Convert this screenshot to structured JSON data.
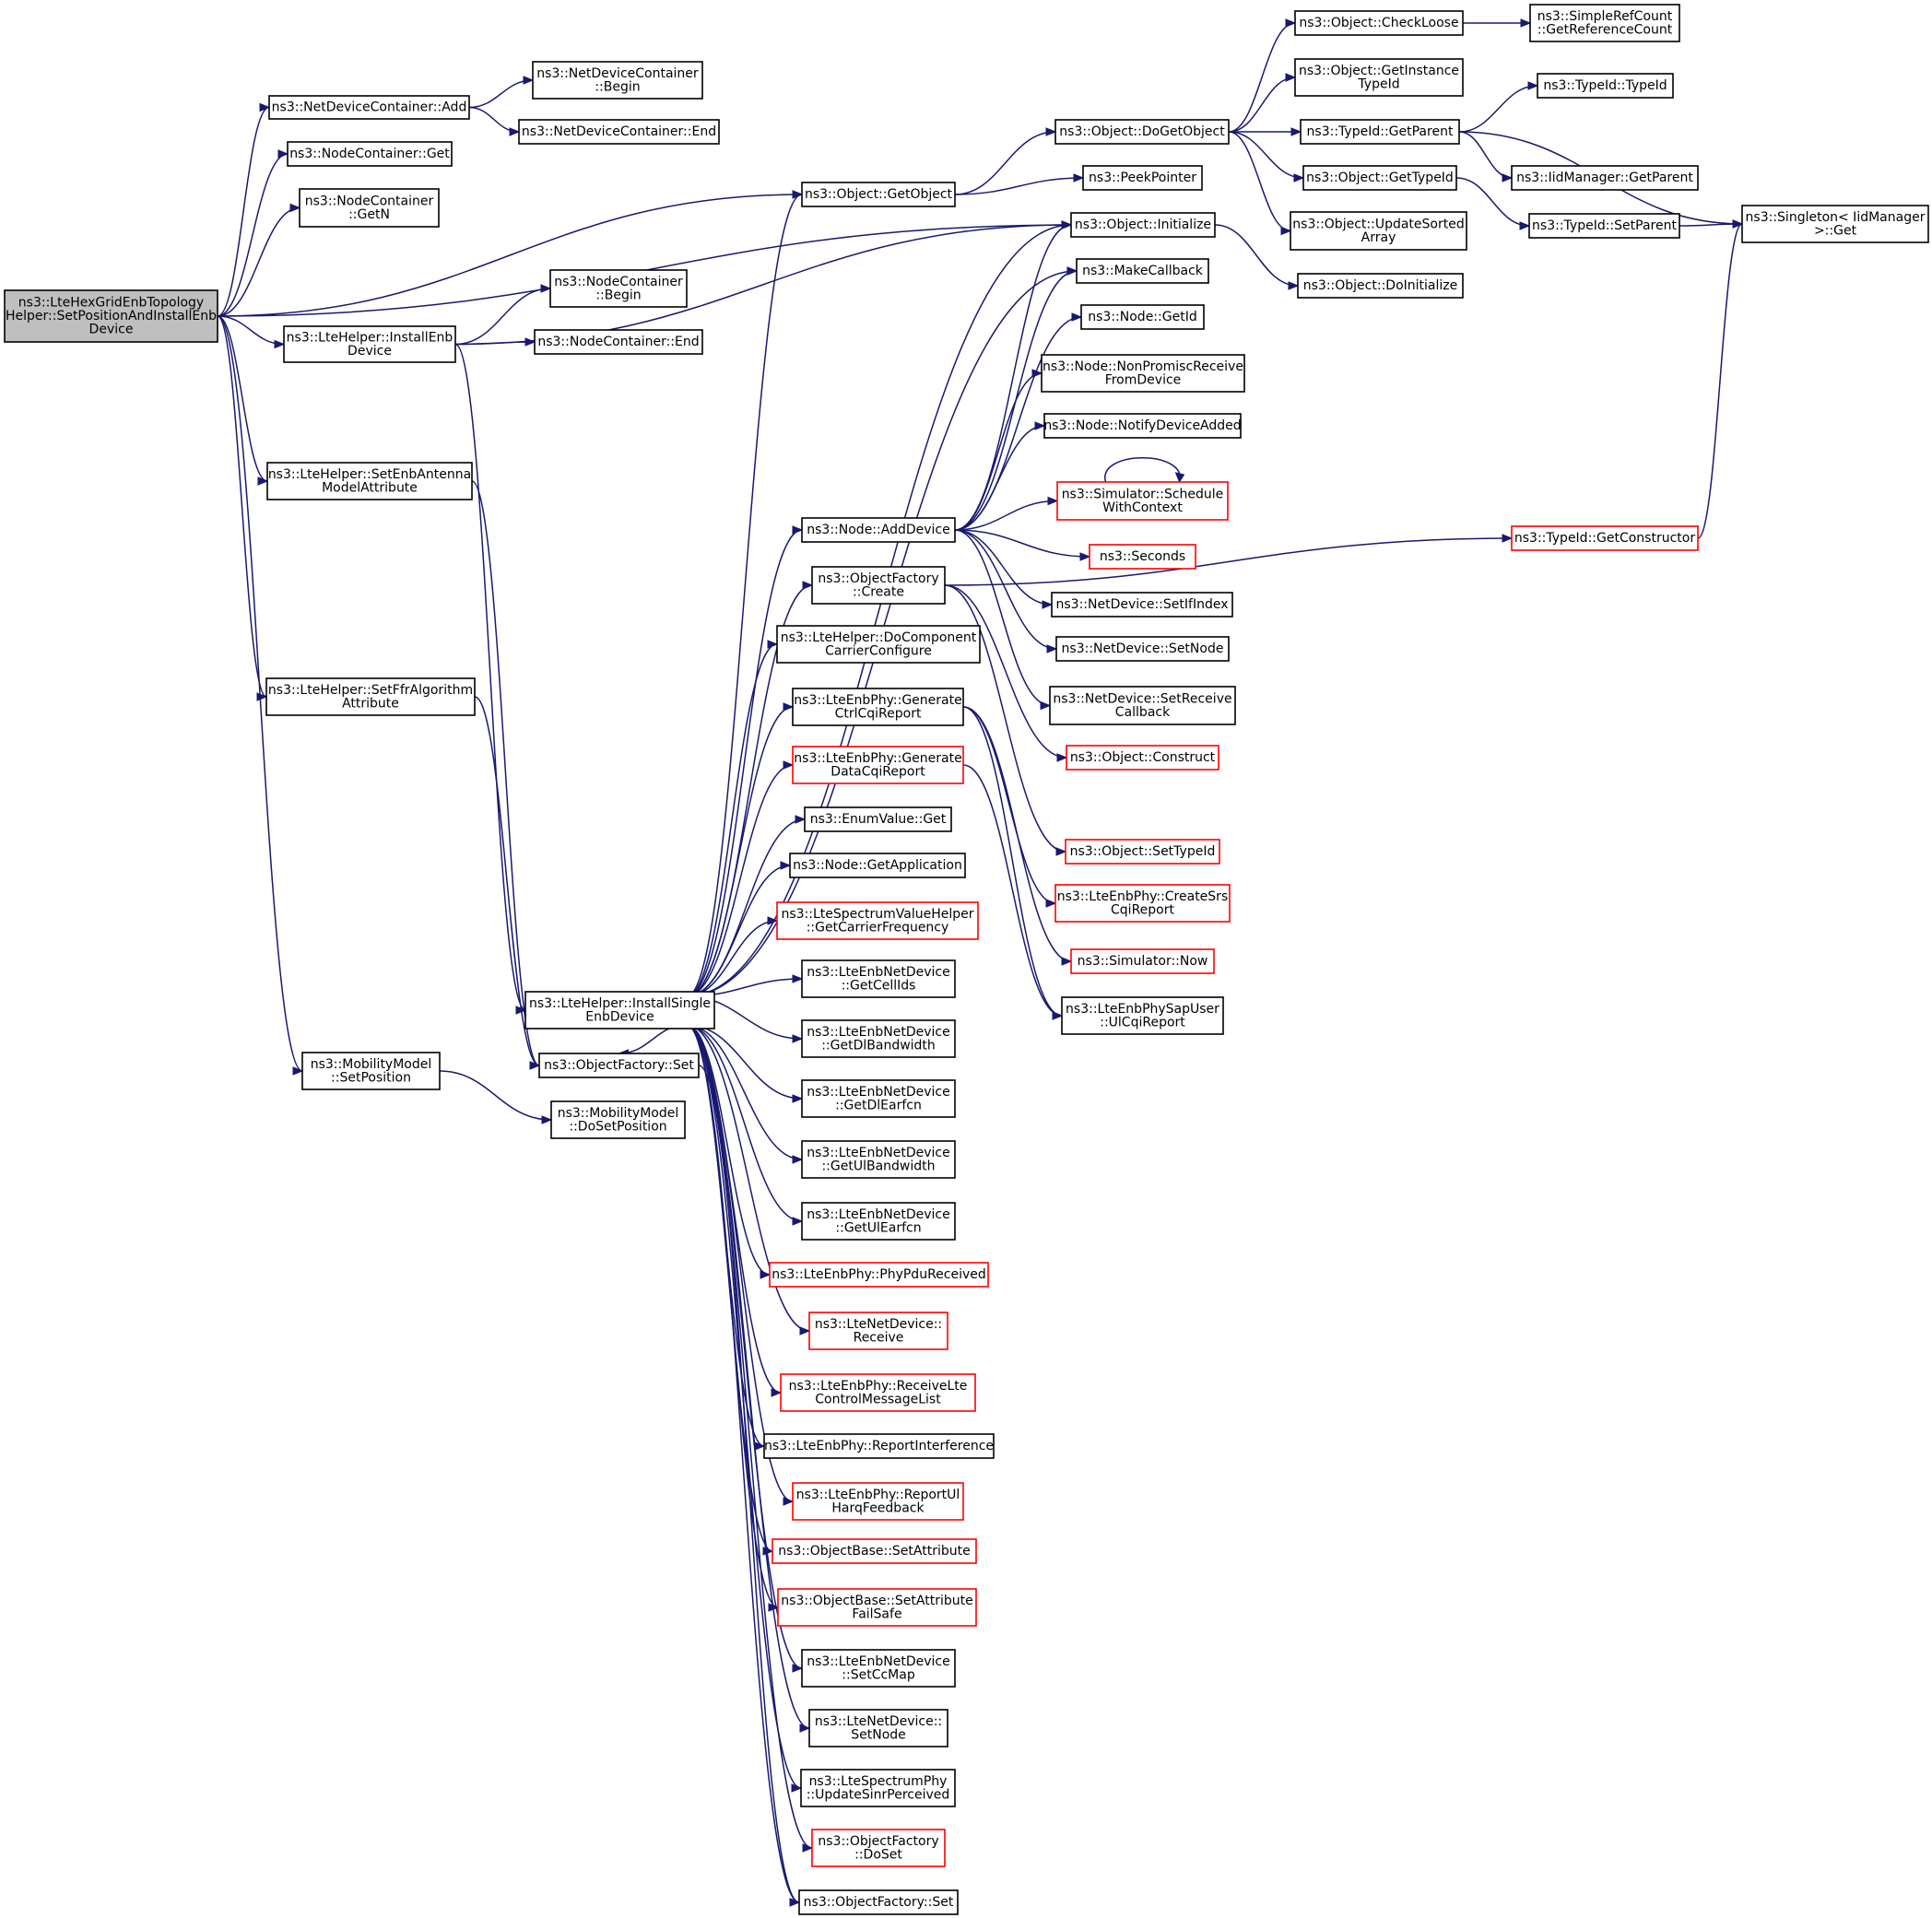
{
  "colors": {
    "edge": "#191970",
    "node_border": "#000000",
    "node_border_incomplete": "#ff0000",
    "root_fill": "#bfbfbf",
    "background": "#ffffff"
  },
  "nodes": {
    "root": {
      "lines": [
        "ns3::LteHexGridEnbTopology",
        "Helper::SetPositionAndInstallEnb",
        "Device"
      ]
    },
    "ndc_add": {
      "lines": [
        "ns3::NetDeviceContainer::Add"
      ]
    },
    "ndc_begin": {
      "lines": [
        "ns3::NetDeviceContainer",
        "::Begin"
      ]
    },
    "ndc_end": {
      "lines": [
        "ns3::NetDeviceContainer::End"
      ]
    },
    "nc_get": {
      "lines": [
        "ns3::NodeContainer::Get"
      ]
    },
    "nc_getn": {
      "lines": [
        "ns3::NodeContainer",
        "::GetN"
      ]
    },
    "install_enb": {
      "lines": [
        "ns3::LteHelper::InstallEnb",
        "Device"
      ]
    },
    "nc_begin": {
      "lines": [
        "ns3::NodeContainer",
        "::Begin"
      ]
    },
    "nc_end": {
      "lines": [
        "ns3::NodeContainer::End"
      ]
    },
    "set_antenna": {
      "lines": [
        "ns3::LteHelper::SetEnbAntenna",
        "ModelAttribute"
      ]
    },
    "set_ffr": {
      "lines": [
        "ns3::LteHelper::SetFfrAlgorithm",
        "Attribute"
      ]
    },
    "mm_setpos": {
      "lines": [
        "ns3::MobilityModel",
        "::SetPosition"
      ]
    },
    "mm_dosetpos": {
      "lines": [
        "ns3::MobilityModel",
        "::DoSetPosition"
      ]
    },
    "of_set_a": {
      "lines": [
        "ns3::ObjectFactory::Set"
      ]
    },
    "install_single": {
      "lines": [
        "ns3::LteHelper::InstallSingle",
        "EnbDevice"
      ]
    },
    "obj_getobject": {
      "lines": [
        "ns3::Object::GetObject"
      ]
    },
    "obj_dogetobject": {
      "lines": [
        "ns3::Object::DoGetObject"
      ]
    },
    "peekpointer": {
      "lines": [
        "ns3::PeekPointer"
      ]
    },
    "obj_checkloose": {
      "lines": [
        "ns3::Object::CheckLoose"
      ]
    },
    "src_getref": {
      "lines": [
        "ns3::SimpleRefCount",
        "::GetReferenceCount"
      ]
    },
    "obj_getinstance": {
      "lines": [
        "ns3::Object::GetInstance",
        "TypeId"
      ]
    },
    "typeid_getparent": {
      "lines": [
        "ns3::TypeId::GetParent"
      ]
    },
    "typeid_typeid": {
      "lines": [
        "ns3::TypeId::TypeId"
      ]
    },
    "iid_getparent": {
      "lines": [
        "ns3::IidManager::GetParent"
      ]
    },
    "obj_gettypeid": {
      "lines": [
        "ns3::Object::GetTypeId"
      ]
    },
    "typeid_setparent": {
      "lines": [
        "ns3::TypeId::SetParent"
      ]
    },
    "singleton_get": {
      "lines": [
        "ns3::Singleton< IidManager",
        " >::Get"
      ]
    },
    "obj_updatesorted": {
      "lines": [
        "ns3::Object::UpdateSorted",
        "Array"
      ]
    },
    "obj_initialize": {
      "lines": [
        "ns3::Object::Initialize"
      ]
    },
    "obj_doinitialize": {
      "lines": [
        "ns3::Object::DoInitialize"
      ]
    },
    "makecallback": {
      "lines": [
        "ns3::MakeCallback"
      ]
    },
    "node_getid": {
      "lines": [
        "ns3::Node::GetId"
      ]
    },
    "node_nonpromisc": {
      "lines": [
        "ns3::Node::NonPromiscReceive",
        "FromDevice"
      ]
    },
    "node_notify": {
      "lines": [
        "ns3::Node::NotifyDeviceAdded"
      ]
    },
    "sim_schedule": {
      "lines": [
        "ns3::Simulator::Schedule",
        "WithContext"
      ]
    },
    "node_adddevice": {
      "lines": [
        "ns3::Node::AddDevice"
      ]
    },
    "seconds": {
      "lines": [
        "ns3::Seconds"
      ]
    },
    "typeid_getconstructor": {
      "lines": [
        "ns3::TypeId::GetConstructor"
      ]
    },
    "of_create": {
      "lines": [
        "ns3::ObjectFactory",
        "::Create"
      ]
    },
    "nd_setifindex": {
      "lines": [
        "ns3::NetDevice::SetIfIndex"
      ]
    },
    "nd_setnode": {
      "lines": [
        "ns3::NetDevice::SetNode"
      ]
    },
    "nd_setreceive": {
      "lines": [
        "ns3::NetDevice::SetReceive",
        "Callback"
      ]
    },
    "obj_construct": {
      "lines": [
        "ns3::Object::Construct"
      ]
    },
    "docc": {
      "lines": [
        "ns3::LteHelper::DoComponent",
        "CarrierConfigure"
      ]
    },
    "gen_ctrl": {
      "lines": [
        "ns3::LteEnbPhy::Generate",
        "CtrlCqiReport"
      ]
    },
    "gen_data": {
      "lines": [
        "ns3::LteEnbPhy::Generate",
        "DataCqiReport"
      ]
    },
    "enumvalue_get": {
      "lines": [
        "ns3::EnumValue::Get"
      ]
    },
    "node_getapp": {
      "lines": [
        "ns3::Node::GetApplication"
      ]
    },
    "obj_settypeid": {
      "lines": [
        "ns3::Object::SetTypeId"
      ]
    },
    "create_srs": {
      "lines": [
        "ns3::LteEnbPhy::CreateSrs",
        "CqiReport"
      ]
    },
    "spectrum_getcarrier": {
      "lines": [
        "ns3::LteSpectrumValueHelper",
        "::GetCarrierFrequency"
      ]
    },
    "sim_now": {
      "lines": [
        "ns3::Simulator::Now"
      ]
    },
    "get_cellids": {
      "lines": [
        "ns3::LteEnbNetDevice",
        "::GetCellIds"
      ]
    },
    "ulcqi": {
      "lines": [
        "ns3::LteEnbPhySapUser",
        "::UlCqiReport"
      ]
    },
    "get_dlbw": {
      "lines": [
        "ns3::LteEnbNetDevice",
        "::GetDlBandwidth"
      ]
    },
    "get_dlearfcn": {
      "lines": [
        "ns3::LteEnbNetDevice",
        "::GetDlEarfcn"
      ]
    },
    "get_ulbw": {
      "lines": [
        "ns3::LteEnbNetDevice",
        "::GetUlBandwidth"
      ]
    },
    "get_ulearfcn": {
      "lines": [
        "ns3::LteEnbNetDevice",
        "::GetUlEarfcn"
      ]
    },
    "phypdu": {
      "lines": [
        "ns3::LteEnbPhy::PhyPduReceived"
      ]
    },
    "lnd_receive": {
      "lines": [
        "ns3::LteNetDevice::",
        "Receive"
      ]
    },
    "recv_ctrl": {
      "lines": [
        "ns3::LteEnbPhy::ReceiveLte",
        "ControlMessageList"
      ]
    },
    "report_interf": {
      "lines": [
        "ns3::LteEnbPhy::ReportInterference"
      ]
    },
    "report_ul": {
      "lines": [
        "ns3::LteEnbPhy::ReportUl",
        "HarqFeedback"
      ]
    },
    "ob_setattr": {
      "lines": [
        "ns3::ObjectBase::SetAttribute"
      ]
    },
    "ob_setattr_fs": {
      "lines": [
        "ns3::ObjectBase::SetAttribute",
        "FailSafe"
      ]
    },
    "set_ccmap": {
      "lines": [
        "ns3::LteEnbNetDevice",
        "::SetCcMap"
      ]
    },
    "lnd_setnode": {
      "lines": [
        "ns3::LteNetDevice::",
        "SetNode"
      ]
    },
    "update_sinr": {
      "lines": [
        "ns3::LteSpectrumPhy",
        "::UpdateSinrPerceived"
      ]
    },
    "of_doset": {
      "lines": [
        "ns3::ObjectFactory",
        "::DoSet"
      ]
    },
    "of_set_b": {
      "lines": [
        "ns3::ObjectFactory::Set"
      ]
    }
  }
}
